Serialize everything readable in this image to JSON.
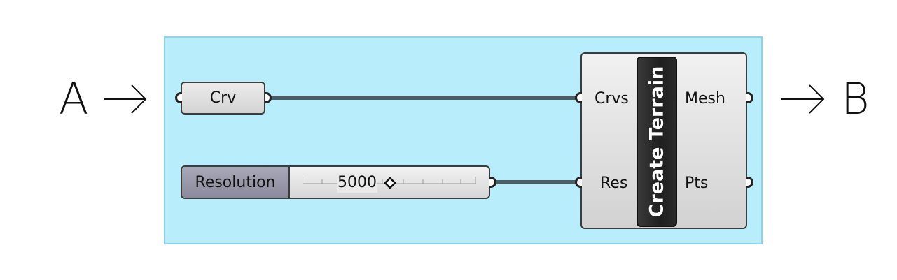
{
  "left_label": "A",
  "right_label": "B",
  "params": {
    "crv_label": "Crv"
  },
  "slider": {
    "name": "Resolution",
    "value": "5000"
  },
  "component": {
    "title": "Create Terrain",
    "inputs": [
      "Crvs",
      "Res"
    ],
    "outputs": [
      "Mesh",
      "Pts"
    ]
  },
  "colors": {
    "group_fill": "#b8edfb",
    "wire": "#4a5e66"
  }
}
